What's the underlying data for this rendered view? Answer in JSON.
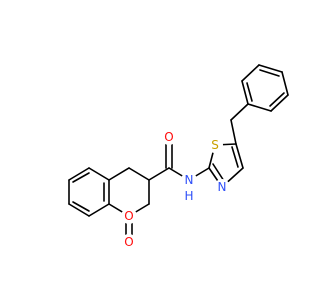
{
  "molecule": {
    "atoms": {
      "o_carbonyl_amide": {
        "label": "O",
        "color": "#ff0d0d"
      },
      "o_ring": {
        "label": "O",
        "color": "#ff0d0d"
      },
      "o_carbonyl_lactone": {
        "label": "O",
        "color": "#ff0d0d"
      },
      "n_amide": {
        "label": "N",
        "color": "#3050f8"
      },
      "h_amide": {
        "label": "H",
        "color": "#3050f8"
      },
      "s_thiazole": {
        "label": "S",
        "color": "#c8a000"
      },
      "n_thiazole": {
        "label": "N",
        "color": "#3050f8"
      }
    }
  }
}
